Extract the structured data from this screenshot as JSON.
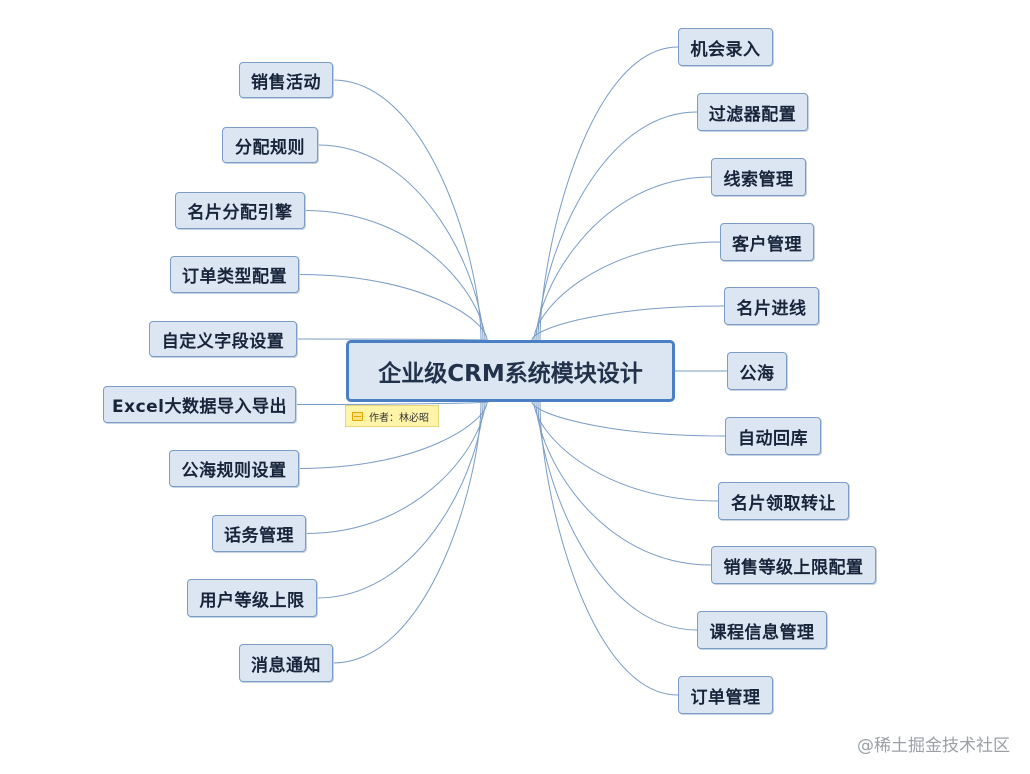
{
  "root": {
    "title": "企业级CRM系统模块设计"
  },
  "note": {
    "text": "作者：林必昭"
  },
  "left_nodes": [
    {
      "label": "销售活动"
    },
    {
      "label": "分配规则"
    },
    {
      "label": "名片分配引擎"
    },
    {
      "label": "订单类型配置"
    },
    {
      "label": "自定义字段设置"
    },
    {
      "label": "Excel大数据导入导出"
    },
    {
      "label": "公海规则设置"
    },
    {
      "label": "话务管理"
    },
    {
      "label": "用户等级上限"
    },
    {
      "label": "消息通知"
    }
  ],
  "right_nodes": [
    {
      "label": "机会录入"
    },
    {
      "label": "过滤器配置"
    },
    {
      "label": "线索管理"
    },
    {
      "label": "客户管理"
    },
    {
      "label": "名片进线"
    },
    {
      "label": "公海"
    },
    {
      "label": "自动回库"
    },
    {
      "label": "名片领取转让"
    },
    {
      "label": "销售等级上限配置"
    },
    {
      "label": "课程信息管理"
    },
    {
      "label": "订单管理"
    }
  ],
  "watermark": {
    "text": "@稀土掘金技术社区"
  },
  "colors": {
    "line": "#7a9cc6",
    "node_fill": "#dce6f3",
    "root_border": "#4a7fc4"
  }
}
